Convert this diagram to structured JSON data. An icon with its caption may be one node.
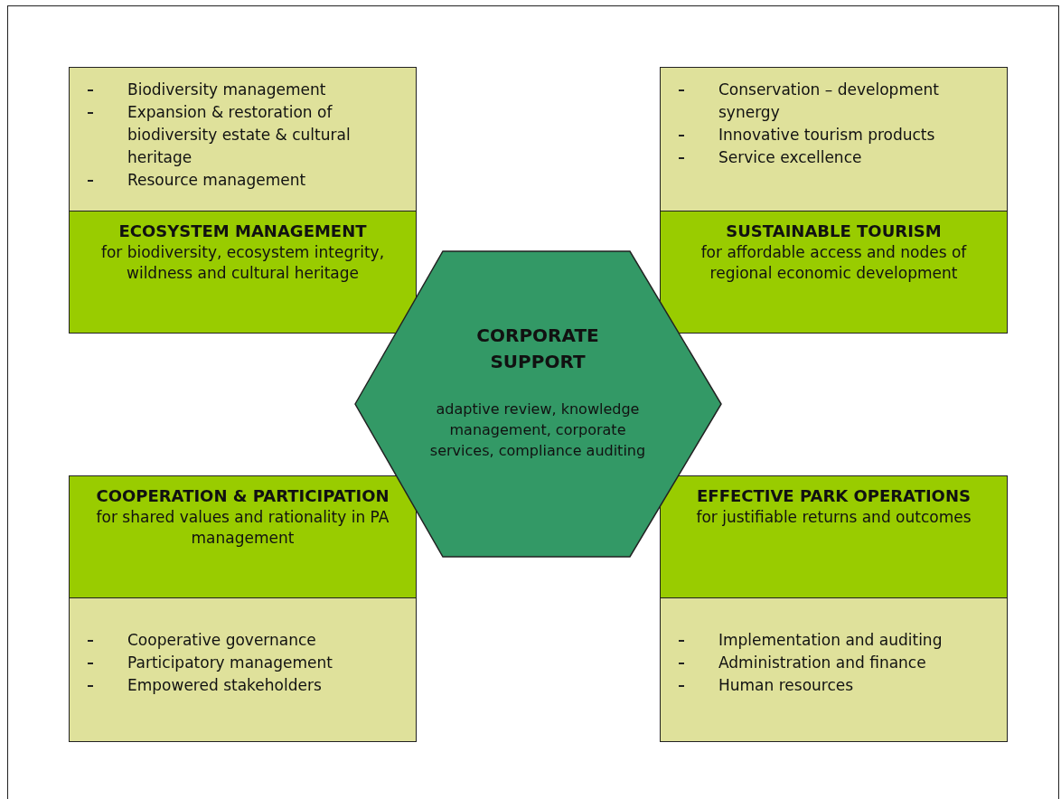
{
  "diagram": {
    "nodes": [
      {
        "text": [
          "Biodiversity management",
          "Expansion & restoration of biodiversity estate & cultural heritage",
          "Resource management"
        ]
      },
      {
        "text": [
          "ECOSYSTEM MANAGEMENT",
          "for biodiversity, ecosystem integrity, wildness and cultural heritage"
        ]
      },
      {
        "text": [
          "Conservation – development synergy",
          "Innovative tourism products",
          "Service excellence"
        ]
      },
      {
        "text": [
          "SUSTAINABLE TOURISM",
          "for affordable access and nodes of regional economic development"
        ]
      },
      {
        "text": [
          "CORPORATE SUPPORT",
          "adaptive review, knowledge management, corporate services, compliance auditing"
        ]
      },
      {
        "text": [
          "COOPERATION & PARTICIPATION",
          "for shared values and rationality in PA management"
        ]
      },
      {
        "text": [
          "Cooperative governance",
          "Participatory management",
          "Empowered stakeholders"
        ]
      },
      {
        "text": [
          "EFFECTIVE PARK OPERATIONS",
          "for justifiable returns and outcomes"
        ]
      },
      {
        "text": [
          "Implementation and auditing",
          "Administration and finance",
          "Human resources"
        ]
      }
    ],
    "edges": []
  }
}
